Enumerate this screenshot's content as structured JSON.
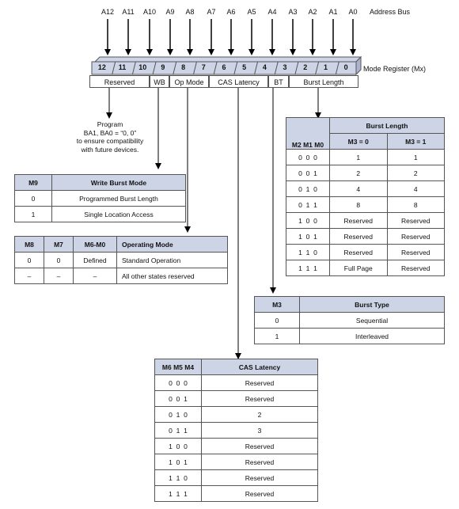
{
  "address_bus": {
    "label": "Address Bus",
    "pins": [
      "A12",
      "A11",
      "A10",
      "A9",
      "A8",
      "A7",
      "A6",
      "A5",
      "A4",
      "A3",
      "A2",
      "A1",
      "A0"
    ]
  },
  "mode_register": {
    "label": "Mode Register (Mx)",
    "bits": [
      "12",
      "11",
      "10",
      "9",
      "8",
      "7",
      "6",
      "5",
      "4",
      "3",
      "2",
      "1",
      "0"
    ],
    "fields": [
      "Reserved",
      "WB",
      "Op Mode",
      "CAS Latency",
      "BT",
      "Burst Length"
    ]
  },
  "program_note": [
    "Program",
    "BA1, BA0 = “0, 0”",
    "to ensure compatibility",
    "with future devices."
  ],
  "write_burst_table": {
    "headers": [
      "M9",
      "Write Burst Mode"
    ],
    "rows": [
      [
        "0",
        "Programmed Burst Length"
      ],
      [
        "1",
        "Single Location Access"
      ]
    ]
  },
  "op_mode_table": {
    "headers": [
      "M8",
      "M7",
      "M6-M0",
      "Operating Mode"
    ],
    "rows": [
      [
        "0",
        "0",
        "Defined",
        "Standard Operation"
      ],
      [
        "–",
        "–",
        "–",
        "All other states reserved"
      ]
    ]
  },
  "burst_length_table": {
    "group_header": "Burst Length",
    "headers": [
      "M2 M1 M0",
      "M3 = 0",
      "M3 = 1"
    ],
    "rows": [
      [
        "0  0  0",
        "1",
        "1"
      ],
      [
        "0  0  1",
        "2",
        "2"
      ],
      [
        "0  1  0",
        "4",
        "4"
      ],
      [
        "0  1  1",
        "8",
        "8"
      ],
      [
        "1  0  0",
        "Reserved",
        "Reserved"
      ],
      [
        "1  0  1",
        "Reserved",
        "Reserved"
      ],
      [
        "1  1  0",
        "Reserved",
        "Reserved"
      ],
      [
        "1  1  1",
        "Full Page",
        "Reserved"
      ]
    ]
  },
  "burst_type_table": {
    "headers": [
      "M3",
      "Burst Type"
    ],
    "rows": [
      [
        "0",
        "Sequential"
      ],
      [
        "1",
        "Interleaved"
      ]
    ]
  },
  "cas_latency_table": {
    "headers": [
      "M6 M5 M4",
      "CAS Latency"
    ],
    "rows": [
      [
        "0  0  0",
        "Reserved"
      ],
      [
        "0  0  1",
        "Reserved"
      ],
      [
        "0  1  0",
        "2"
      ],
      [
        "0  1  1",
        "3"
      ],
      [
        "1  0  0",
        "Reserved"
      ],
      [
        "1  0  1",
        "Reserved"
      ],
      [
        "1  1  0",
        "Reserved"
      ],
      [
        "1  1  1",
        "Reserved"
      ]
    ]
  },
  "colors": {
    "header_fill": "#cdd4e6",
    "register_fill": "#cdd4e6",
    "line": "#000000"
  }
}
